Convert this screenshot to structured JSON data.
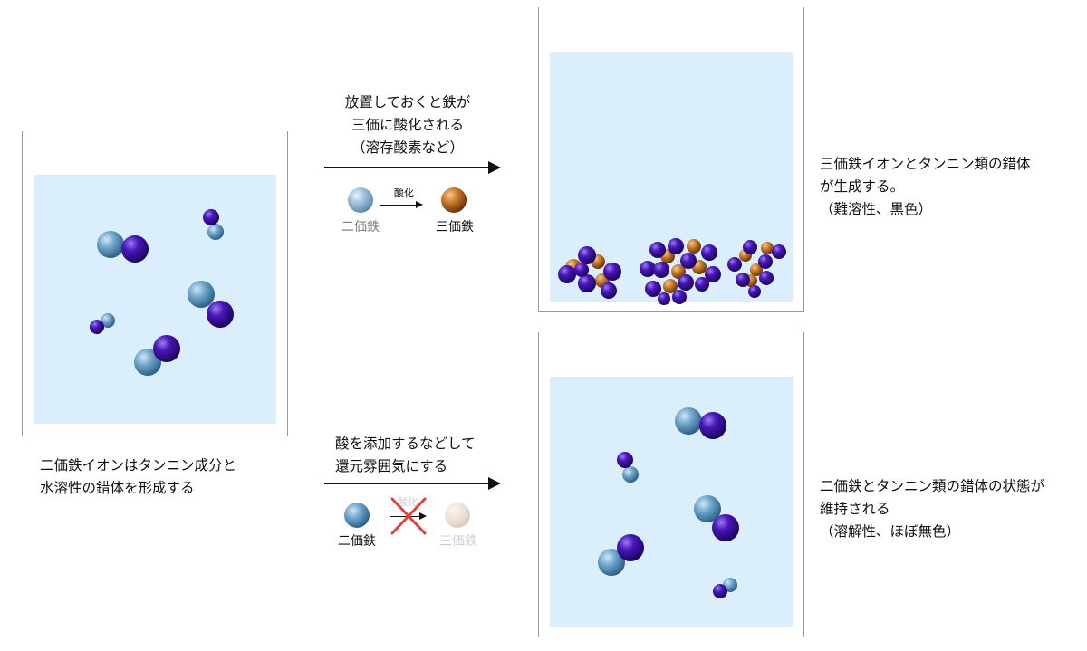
{
  "colors": {
    "water": "#dbeefb",
    "ferrous": "#5a8fb7",
    "ferric": "#c8782a",
    "tannin": "#3a0f9a",
    "cross": "#e04040"
  },
  "left_beaker": {
    "caption_line1": "二価鉄イオンはタンニン成分と",
    "caption_line2": "水溶性の錯体を形成する"
  },
  "upper_path": {
    "condition_line1": "放置しておくと鉄が",
    "condition_line2": "三価に酸化される",
    "condition_line3": "（溶存酸素など）",
    "legend_from": "二価鉄",
    "legend_to": "三価鉄",
    "legend_arrow_label": "酸化",
    "result_line1": "三価鉄イオンとタンニン類の錯体",
    "result_line2": "が生成する。",
    "result_line3": "（難溶性、黒色）"
  },
  "lower_path": {
    "condition_line1": "酸を添加するなどして",
    "condition_line2": "還元雰囲気にする",
    "legend_from": "二価鉄",
    "legend_to": "三価鉄",
    "legend_arrow_label": "酸化",
    "result_line1": "二価鉄とタンニン類の錯体の状態が",
    "result_line2": "維持される",
    "result_line3": "（溶解性、ほぼ無色）"
  }
}
